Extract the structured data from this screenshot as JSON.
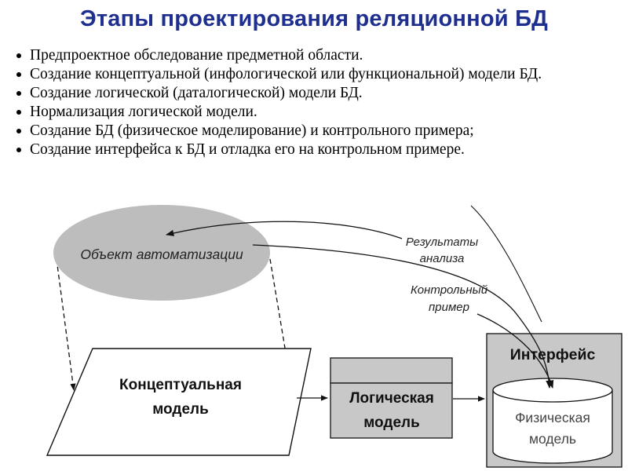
{
  "title": "Этапы проектирования реляционной БД",
  "bullets": [
    "Предпроектное обследование предметной области.",
    "Создание концептуальной (инфологической или функциональной) модели БД.",
    "Создание логической (даталогической) модели БД.",
    "Нормализация логической модели.",
    "Создание БД (физическое моделирование) и контрольного примера;",
    "Создание интерфейса к БД и отладка его на контрольном примере."
  ],
  "diagram": {
    "object_label": "Объект автоматизации",
    "conceptual_line1": "Концептуальная",
    "conceptual_line2": "модель",
    "logical_line1": "Логическая",
    "logical_line2": "модель",
    "interface_label": "Интерфейс",
    "physical_line1": "Физическая",
    "physical_line2": "модель",
    "results_line1": "Результаты",
    "results_line2": "анализа",
    "control_line1": "Контрольный",
    "control_line2": "пример"
  }
}
